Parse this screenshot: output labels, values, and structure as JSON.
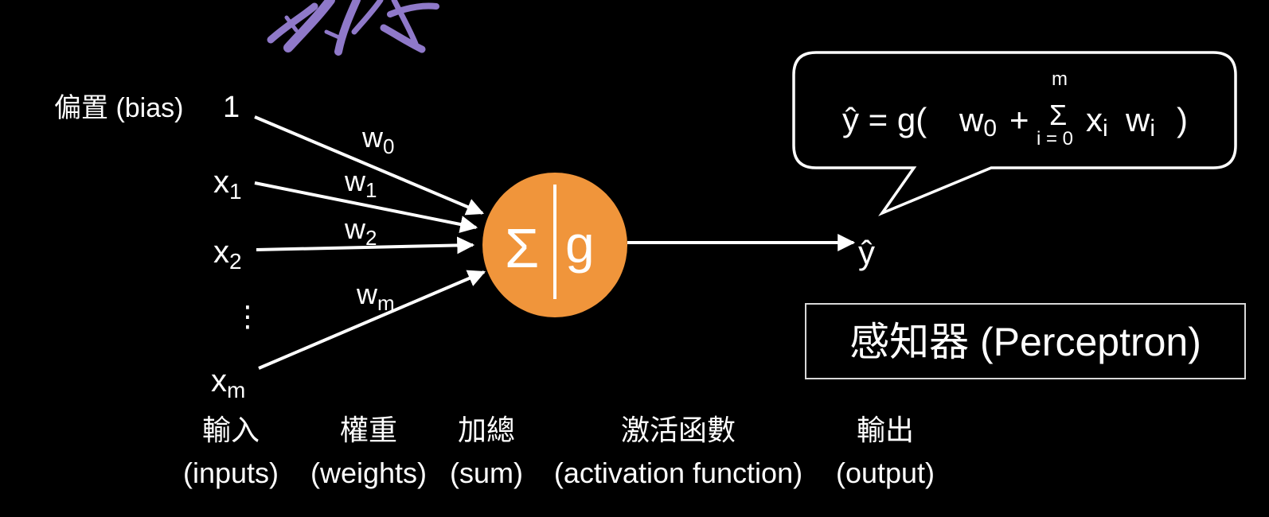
{
  "diagram": {
    "bias_label": "偏置 (bias)",
    "bias_value": "1",
    "inputs": [
      {
        "var": "x",
        "sub": "1"
      },
      {
        "var": "x",
        "sub": "2"
      },
      {
        "var": "x",
        "sub": "m"
      }
    ],
    "ellipsis": "⋮",
    "weights": [
      {
        "var": "w",
        "sub": "0"
      },
      {
        "var": "w",
        "sub": "1"
      },
      {
        "var": "w",
        "sub": "2"
      },
      {
        "var": "w",
        "sub": "m"
      }
    ],
    "node": {
      "sum_symbol": "Σ",
      "activation_symbol": "g"
    },
    "output_symbol": "ŷ",
    "formula": {
      "lhs": "ŷ = g(",
      "w0_var": "w",
      "w0_sub": "0",
      "plus": "+",
      "sigma": "Σ",
      "upper": "m",
      "lower": "i = 0",
      "xi_var": "x",
      "xi_sub": "i",
      "wi_var": "w",
      "wi_sub": "i",
      "rparen": ")"
    },
    "caption": "感知器 (Perceptron)",
    "stages": [
      {
        "zh": "輸入",
        "en": "(inputs)"
      },
      {
        "zh": "權重",
        "en": "(weights)"
      },
      {
        "zh": "加總",
        "en": "(sum)"
      },
      {
        "zh": "激活函數",
        "en": "(activation function)"
      },
      {
        "zh": "輸出",
        "en": "(output)"
      }
    ],
    "colors": {
      "node_fill": "#f0953b",
      "line": "#ffffff",
      "neuron_decor": "#8f79c9",
      "background": "#000000"
    }
  }
}
